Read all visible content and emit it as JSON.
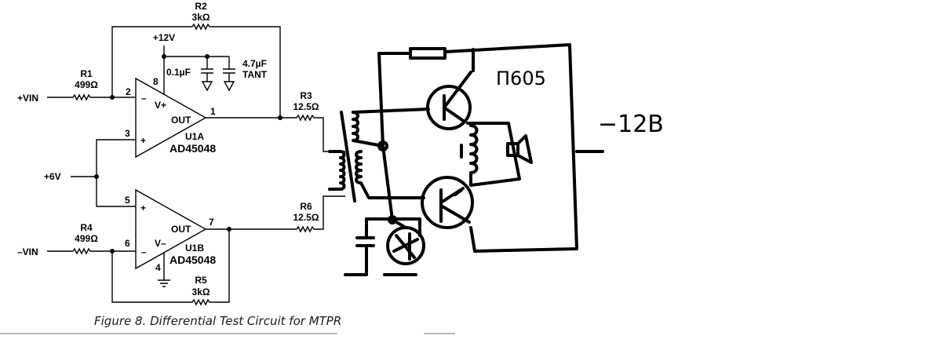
{
  "schematic": {
    "r2": {
      "name": "R2",
      "value": "3kΩ"
    },
    "supply": "+12V",
    "c1": "0.1µF",
    "c2": {
      "value": "4.7µF",
      "type": "TANT"
    },
    "r1": {
      "name": "R1",
      "value": "499Ω"
    },
    "vin_pos": "+VIN",
    "r3": {
      "name": "R3",
      "value": "12.5Ω"
    },
    "u1a": {
      "name": "U1A",
      "part": "AD45048",
      "vplus": "V+",
      "out": "OUT",
      "pins": {
        "inv": "2",
        "noninv": "3",
        "out": "1",
        "vcc": "8"
      },
      "minus": "–",
      "plus": "+"
    },
    "bias": "+6V",
    "u1b": {
      "name": "U1B",
      "part": "AD45048",
      "vminus": "V–",
      "out": "OUT",
      "pins": {
        "noninv": "5",
        "inv": "6",
        "out": "7",
        "gnd": "4"
      },
      "minus": "–",
      "plus": "+"
    },
    "r4": {
      "name": "R4",
      "value": "499Ω"
    },
    "vin_neg": "–VIN",
    "r5": {
      "name": "R5",
      "value": "3kΩ"
    },
    "r6": {
      "name": "R6",
      "value": "12.5Ω"
    }
  },
  "caption": "Figure 8. Differential Test Circuit for MTPR",
  "handdrawn": {
    "transistor_label": "П605",
    "supply_label": "−12В"
  }
}
